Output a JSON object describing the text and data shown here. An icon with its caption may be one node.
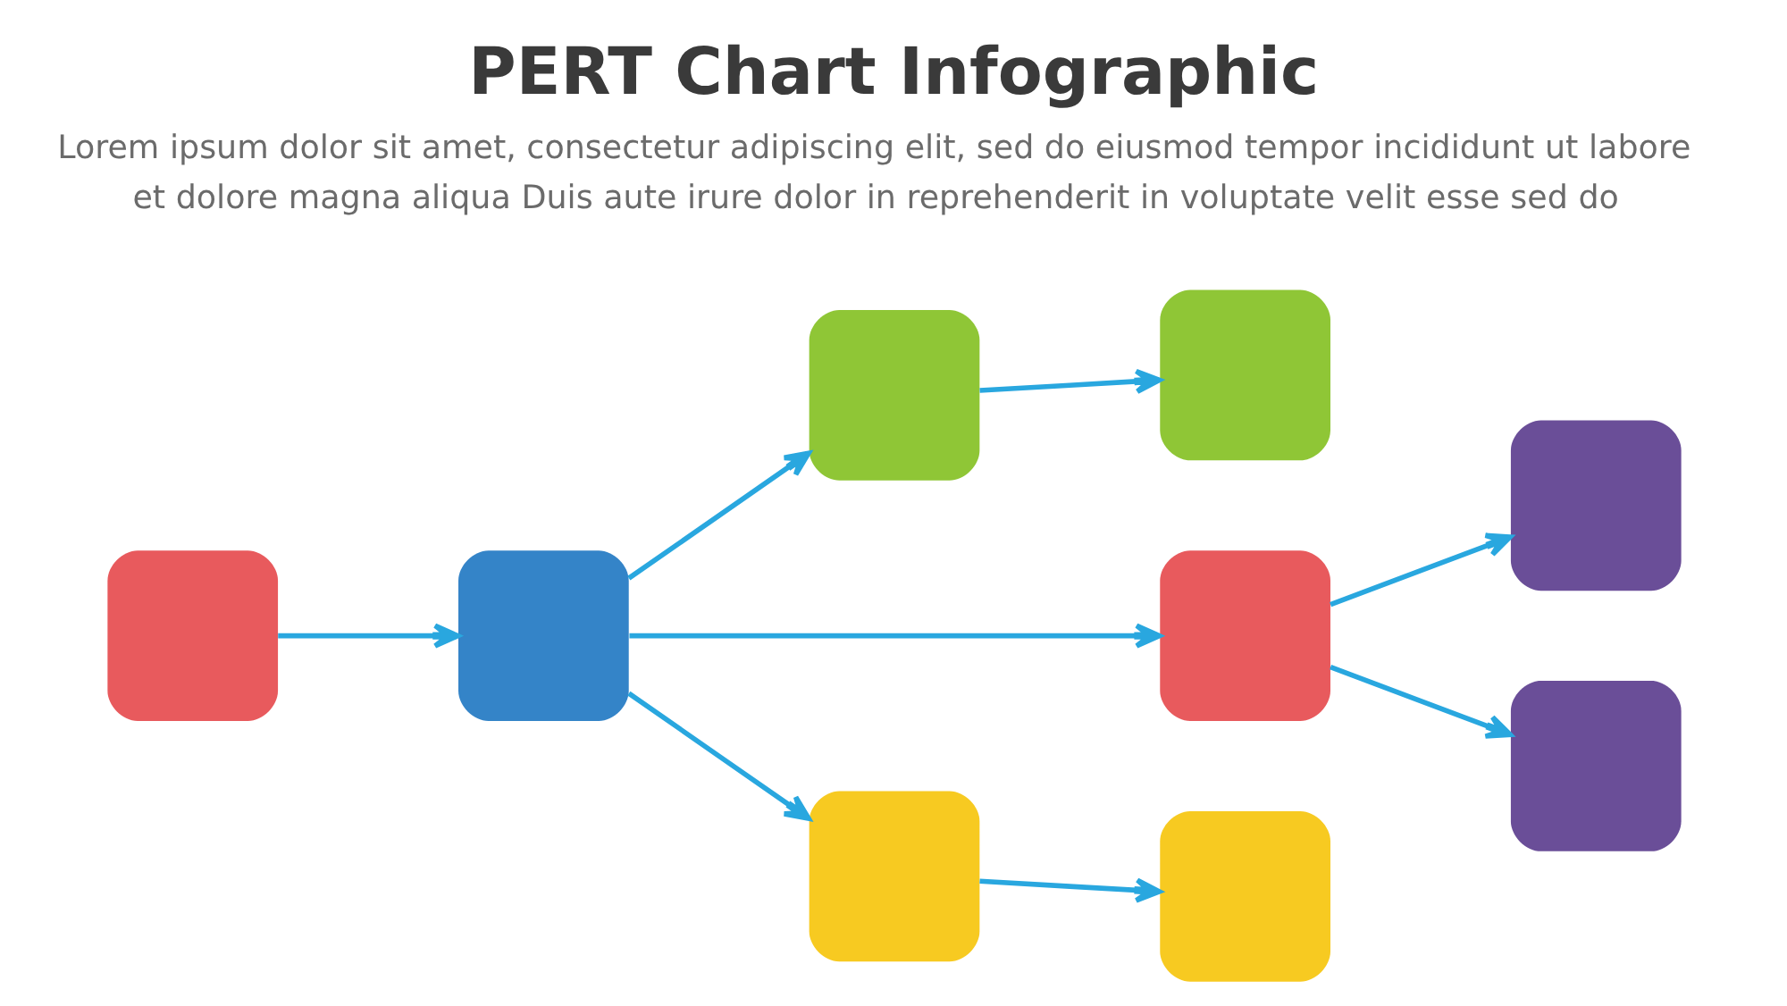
{
  "diagram": {
    "title": "PERT Chart Infographic",
    "caption": "Lorem ipsum dolor sit amet, consectetur adipiscing elit, sed do eiusmod tempor incididunt ut labore et dolore magna aliqua Duis aute irure dolor in reprehenderit in voluptate velit esse sed do",
    "nodes": [
      {
        "text": [],
        "shape": "box"
      },
      {
        "text": [],
        "shape": "box"
      },
      {
        "text": [],
        "shape": "box"
      },
      {
        "text": [],
        "shape": "box"
      },
      {
        "text": [],
        "shape": "box"
      },
      {
        "text": [],
        "shape": "box"
      },
      {
        "text": [],
        "shape": "box"
      },
      {
        "text": [],
        "shape": "box"
      },
      {
        "text": [],
        "shape": "box"
      }
    ],
    "edges": [
      {
        "from": 0,
        "to": 1,
        "arrow": "to"
      },
      {
        "from": 1,
        "to": 2,
        "arrow": "to"
      },
      {
        "from": 1,
        "to": 5,
        "arrow": "to"
      },
      {
        "from": 1,
        "to": 3,
        "arrow": "to"
      },
      {
        "from": 2,
        "to": 4,
        "arrow": "to"
      },
      {
        "from": 3,
        "to": 6,
        "arrow": "to"
      },
      {
        "from": 5,
        "to": 7,
        "arrow": "to"
      },
      {
        "from": 5,
        "to": 8,
        "arrow": "to"
      }
    ]
  }
}
